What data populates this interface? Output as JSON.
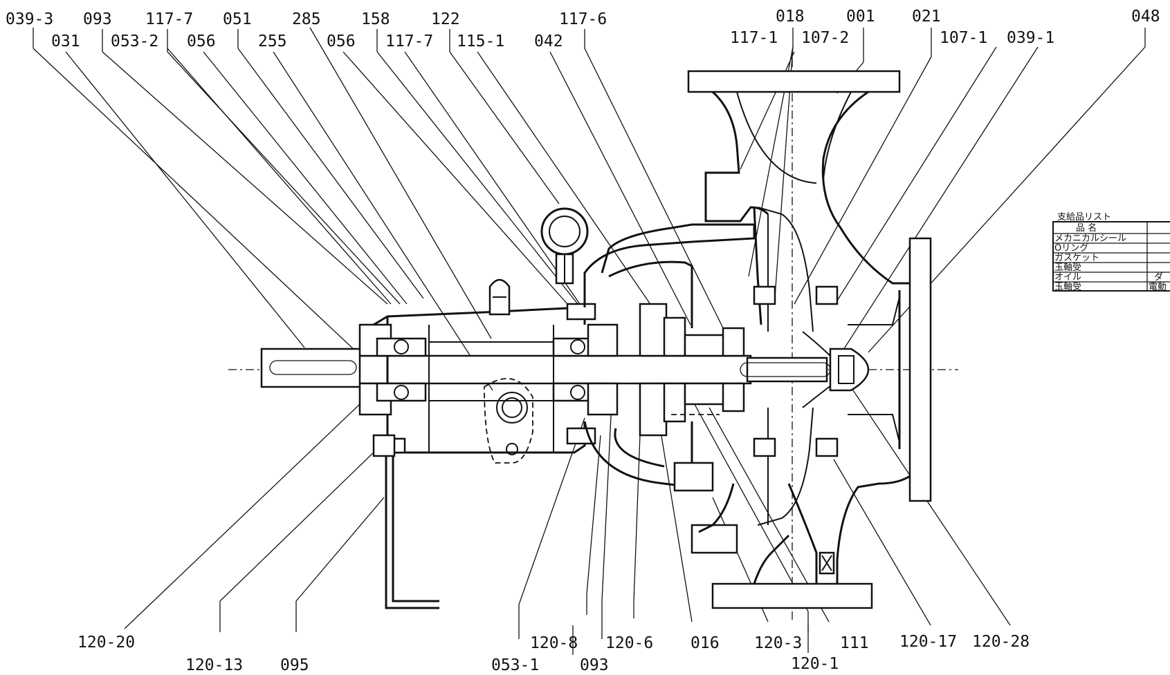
{
  "labels_top": [
    {
      "id": "l1",
      "text": "039-3"
    },
    {
      "id": "l2",
      "text": "093"
    },
    {
      "id": "l3",
      "text": "117-7"
    },
    {
      "id": "l4",
      "text": "051"
    },
    {
      "id": "l5",
      "text": "285"
    },
    {
      "id": "l6",
      "text": "158"
    },
    {
      "id": "l7",
      "text": "122"
    },
    {
      "id": "l8",
      "text": "117-6"
    },
    {
      "id": "l9",
      "text": "018"
    },
    {
      "id": "l10",
      "text": "001"
    },
    {
      "id": "l11",
      "text": "021"
    },
    {
      "id": "l12",
      "text": "048"
    },
    {
      "id": "l13",
      "text": "031"
    },
    {
      "id": "l14",
      "text": "053-2"
    },
    {
      "id": "l15",
      "text": "056"
    },
    {
      "id": "l16",
      "text": "255"
    },
    {
      "id": "l17",
      "text": "056"
    },
    {
      "id": "l18",
      "text": "117-7"
    },
    {
      "id": "l19",
      "text": "115-1"
    },
    {
      "id": "l20",
      "text": "042"
    },
    {
      "id": "l21",
      "text": "117-1"
    },
    {
      "id": "l22",
      "text": "107-2"
    },
    {
      "id": "l23",
      "text": "107-1"
    },
    {
      "id": "l24",
      "text": "039-1"
    }
  ],
  "labels_bottom": [
    {
      "id": "b1",
      "text": "120-20"
    },
    {
      "id": "b2",
      "text": "120-13"
    },
    {
      "id": "b3",
      "text": "095"
    },
    {
      "id": "b4",
      "text": "120-8"
    },
    {
      "id": "b5",
      "text": "120-6"
    },
    {
      "id": "b6",
      "text": "016"
    },
    {
      "id": "b7",
      "text": "120-3"
    },
    {
      "id": "b8",
      "text": "111"
    },
    {
      "id": "b9",
      "text": "120-17"
    },
    {
      "id": "b10",
      "text": "120-28"
    },
    {
      "id": "b11",
      "text": "053-1"
    },
    {
      "id": "b12",
      "text": "093"
    },
    {
      "id": "b13",
      "text": "120-1"
    }
  ],
  "parts_table": {
    "title": "支給品リスト",
    "header": "品 名",
    "rows": [
      {
        "name": "メカニカルシール",
        "note": ""
      },
      {
        "name": "Oリング",
        "note": ""
      },
      {
        "name": "ガスケット",
        "note": ""
      },
      {
        "name": "玉軸受",
        "note": ""
      },
      {
        "name": "オイル",
        "note": "ダ"
      },
      {
        "name": "玉軸受",
        "note": "電動"
      }
    ]
  }
}
